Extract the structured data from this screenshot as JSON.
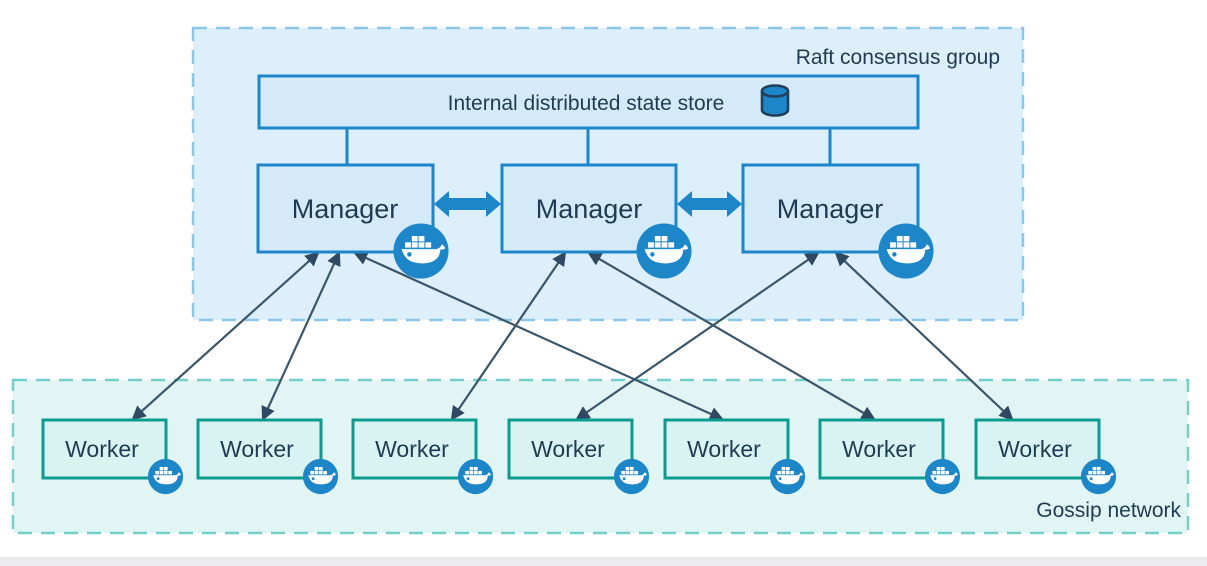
{
  "raft_group": {
    "label": "Raft consensus group"
  },
  "state_store": {
    "label": "Internal distributed state store"
  },
  "managers": [
    {
      "label": "Manager"
    },
    {
      "label": "Manager"
    },
    {
      "label": "Manager"
    }
  ],
  "workers": [
    {
      "label": "Worker"
    },
    {
      "label": "Worker"
    },
    {
      "label": "Worker"
    },
    {
      "label": "Worker"
    },
    {
      "label": "Worker"
    },
    {
      "label": "Worker"
    },
    {
      "label": "Worker"
    }
  ],
  "gossip_group": {
    "label": "Gossip network"
  },
  "icons": {
    "state_store_icon": "database-icon",
    "node_badge_icon": "docker-whale-icon"
  },
  "colors": {
    "docker_blue": "#1d86c8",
    "raft_fill": "#ddeffa",
    "raft_border": "#8bc7ea",
    "node_blue_fill": "#d5eaf8",
    "worker_fill": "#d8f3f1",
    "worker_border": "#0d9b90",
    "gossip_fill": "#e1f6f4",
    "gossip_border": "#74cfc8",
    "arrow_dark": "#3a566b",
    "text_dark": "#1f3b53"
  },
  "connections": {
    "store_to_managers": [
      0,
      1,
      2
    ],
    "manager_peers": [
      [
        0,
        1
      ],
      [
        1,
        2
      ]
    ],
    "manager_to_worker": [
      [
        0,
        0
      ],
      [
        0,
        1
      ],
      [
        0,
        4
      ],
      [
        1,
        2
      ],
      [
        1,
        5
      ],
      [
        2,
        3
      ],
      [
        2,
        6
      ]
    ]
  }
}
